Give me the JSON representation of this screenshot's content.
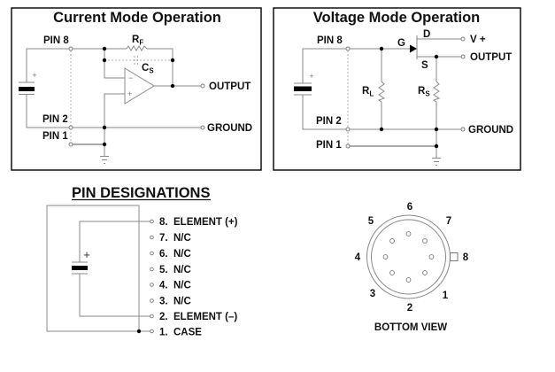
{
  "current_mode": {
    "title": "Current Mode Operation",
    "pin8": "PIN 8",
    "pin2": "PIN 2",
    "pin1": "PIN 1",
    "output": "OUTPUT",
    "ground": "GROUND",
    "rf_main": "R",
    "rf_sub": "F",
    "cs_main": "C",
    "cs_sub": "S",
    "opamp_minus": "−",
    "opamp_plus": "+",
    "cap_plus": "+"
  },
  "voltage_mode": {
    "title": "Voltage Mode Operation",
    "pin8": "PIN 8",
    "pin2": "PIN 2",
    "pin1": "PIN 1",
    "gate": "G",
    "drain": "D",
    "source": "S",
    "vplus": "V +",
    "output": "OUTPUT",
    "ground": "GROUND",
    "rl_main": "R",
    "rl_sub": "L",
    "rs_main": "R",
    "rs_sub": "S",
    "cap_plus": "+"
  },
  "pin_designations": {
    "title": "PIN DESIGNATIONS",
    "cap_plus": "+",
    "pins": [
      {
        "number": "8.",
        "label": "ELEMENT (+)"
      },
      {
        "number": "7.",
        "label": "N/C"
      },
      {
        "number": "6.",
        "label": "N/C"
      },
      {
        "number": "5.",
        "label": "N/C"
      },
      {
        "number": "4.",
        "label": "N/C"
      },
      {
        "number": "3.",
        "label": "N/C"
      },
      {
        "number": "2.",
        "label": "ELEMENT (–)"
      },
      {
        "number": "1.",
        "label": "CASE"
      }
    ]
  },
  "bottom_view": {
    "caption": "BOTTOM VIEW",
    "pin_numbers": [
      "1",
      "2",
      "3",
      "4",
      "5",
      "6",
      "7",
      "8"
    ]
  }
}
